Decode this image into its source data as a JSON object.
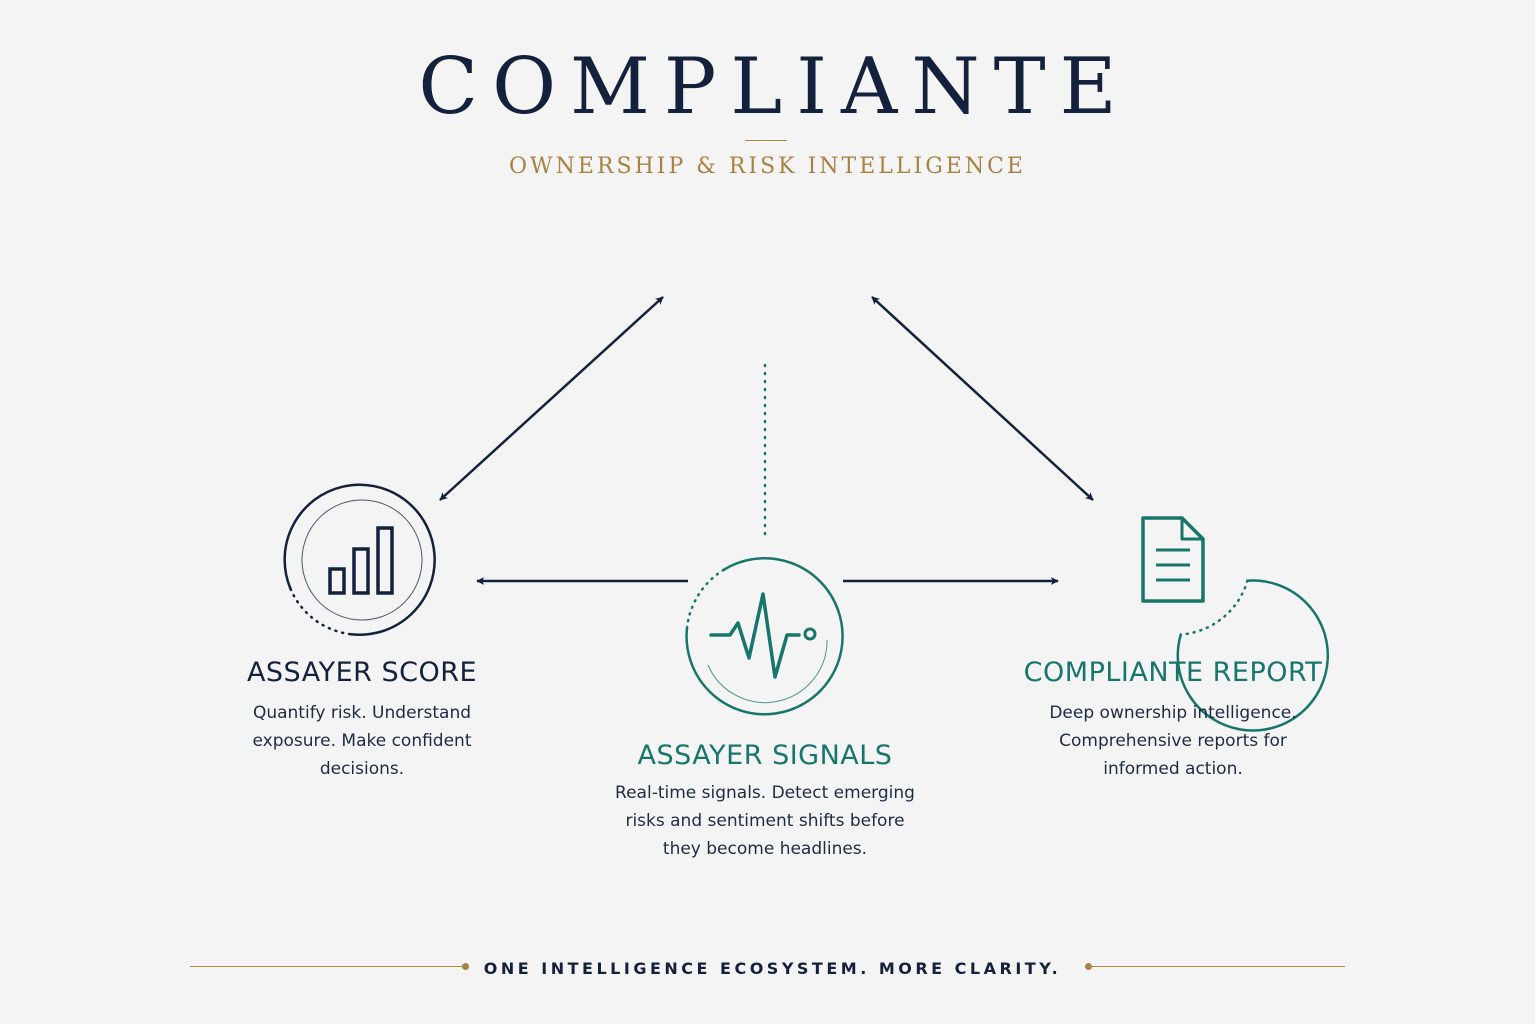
{
  "header": {
    "brand": "COMPLIANTE",
    "tagline": "OWNERSHIP & RISK INTELLIGENCE"
  },
  "colors": {
    "navy": "#14213d",
    "teal": "#17766c",
    "gold": "#a88143",
    "background": "#f4f4f4"
  },
  "nodes": {
    "score": {
      "icon": "bar-chart-icon",
      "title": "ASSAYER SCORE",
      "description_lines": [
        "Quantify risk. Understand",
        "exposure. Make confident",
        "decisions."
      ]
    },
    "signals": {
      "icon": "heartbeat-icon",
      "title": "ASSAYER SIGNALS",
      "description_lines": [
        "Real-time signals. Detect emerging",
        "risks and sentiment shifts before",
        "they become headlines."
      ]
    },
    "report": {
      "icon": "document-icon",
      "title": "COMPLIANTE REPORT",
      "description_lines": [
        "Deep ownership intelligence.",
        "Comprehensive reports for",
        "informed action."
      ]
    }
  },
  "footer": {
    "tagline": "ONE INTELLIGENCE ECOSYSTEM. MORE CLARITY."
  }
}
